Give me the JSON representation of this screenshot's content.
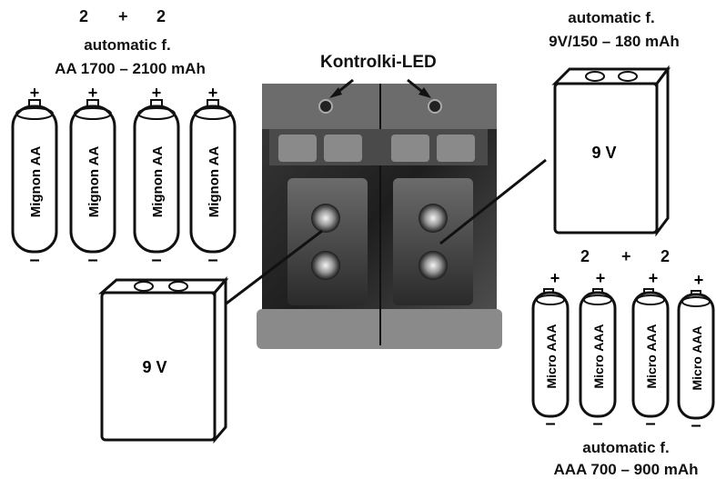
{
  "left_top": {
    "count_a": "2",
    "plus": "+",
    "count_b": "2",
    "line1": "automatic f.",
    "line2": "AA 1700 – 2100 mAh"
  },
  "right_top": {
    "line1": "automatic f.",
    "line2": "9V/150 – 180 mAh"
  },
  "right_bottom": {
    "count_a": "2",
    "plus": "+",
    "count_b": "2",
    "line1": "automatic f.",
    "line2": "AAA 700 – 900 mAh"
  },
  "center": {
    "led_label": "Kontrolki-LED"
  },
  "batteries": {
    "aa_label": "Mignon AA",
    "aaa_label": "Micro AAA",
    "nine_v_label": "9 V",
    "positive_sign": "+",
    "negative_sign": "–"
  }
}
